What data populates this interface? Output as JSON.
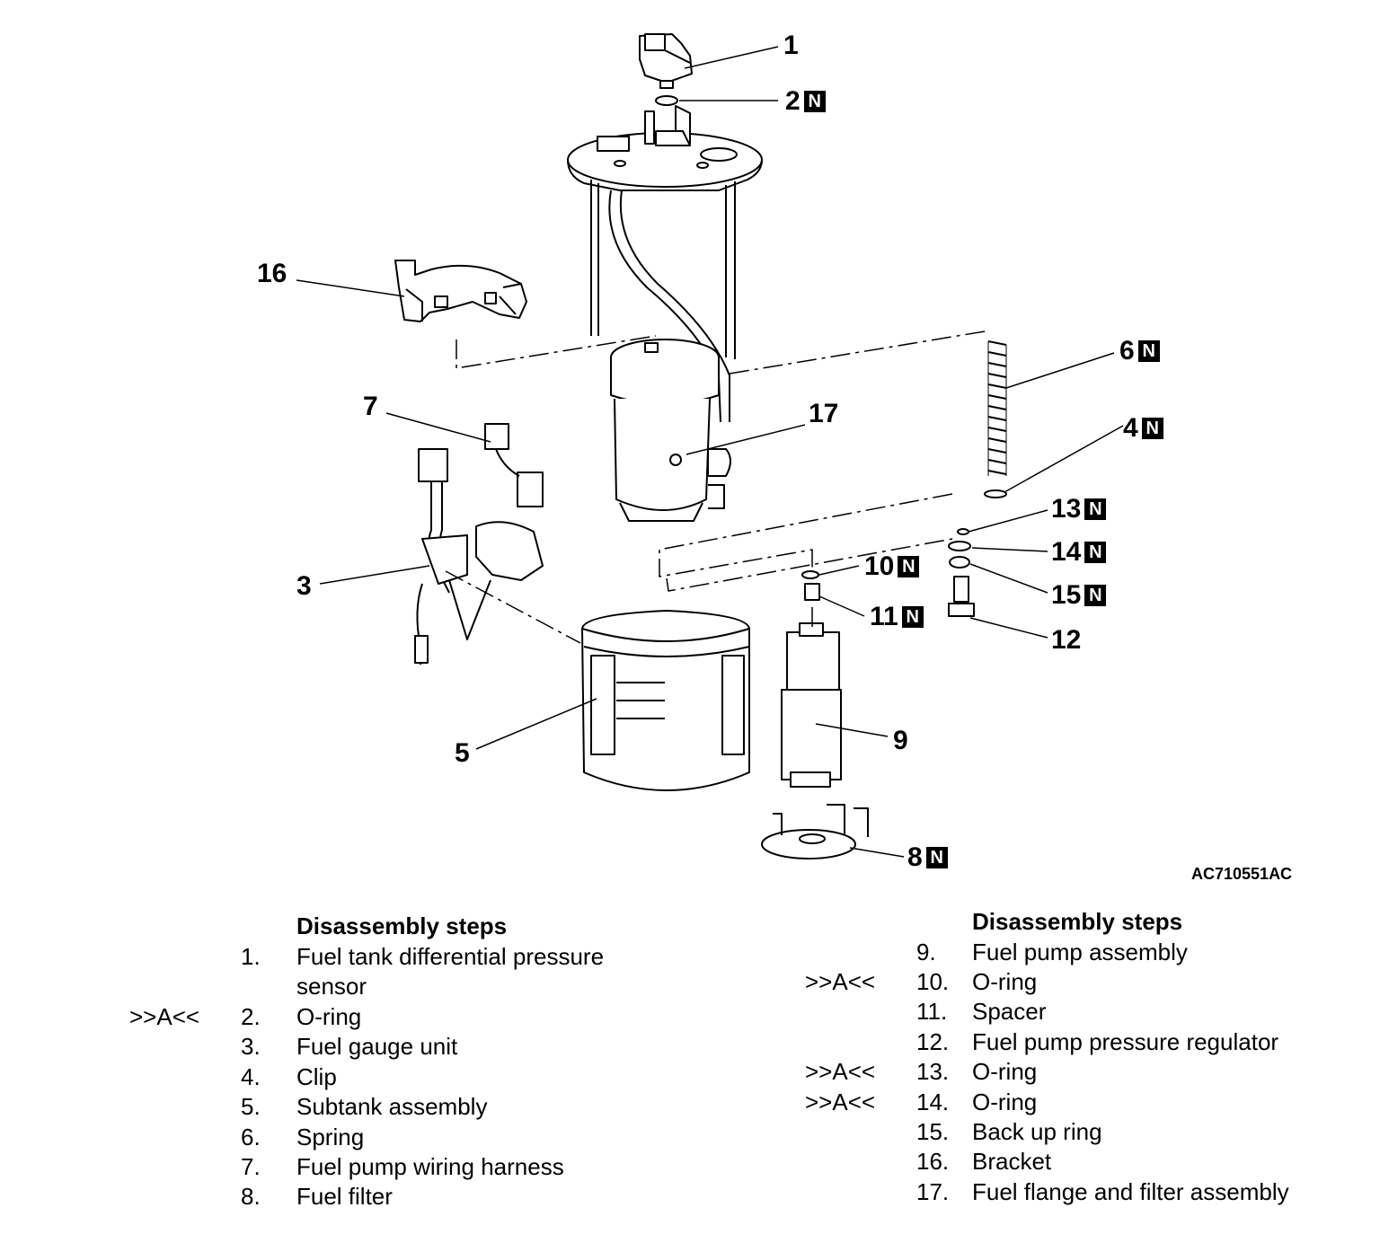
{
  "reference_code": "AC710551AC",
  "callouts": [
    {
      "number": "1",
      "badge": ""
    },
    {
      "number": "2",
      "badge": "N"
    },
    {
      "number": "16",
      "badge": ""
    },
    {
      "number": "6",
      "badge": "N"
    },
    {
      "number": "7",
      "badge": ""
    },
    {
      "number": "17",
      "badge": ""
    },
    {
      "number": "4",
      "badge": "N"
    },
    {
      "number": "13",
      "badge": "N"
    },
    {
      "number": "14",
      "badge": "N"
    },
    {
      "number": "10",
      "badge": "N"
    },
    {
      "number": "15",
      "badge": "N"
    },
    {
      "number": "3",
      "badge": ""
    },
    {
      "number": "11",
      "badge": "N"
    },
    {
      "number": "12",
      "badge": ""
    },
    {
      "number": "9",
      "badge": ""
    },
    {
      "number": "5",
      "badge": ""
    },
    {
      "number": "8",
      "badge": "N"
    }
  ],
  "steps_left": {
    "title": "Disassembly steps",
    "items": [
      {
        "mark": "",
        "num": "1.",
        "text": "Fuel tank differential pressure"
      },
      {
        "mark": "",
        "num": "",
        "text": "sensor"
      },
      {
        "mark": ">>A<<",
        "num": "2.",
        "text": "O-ring"
      },
      {
        "mark": "",
        "num": "3.",
        "text": "Fuel gauge unit"
      },
      {
        "mark": "",
        "num": "4.",
        "text": "Clip"
      },
      {
        "mark": "",
        "num": "5.",
        "text": "Subtank assembly"
      },
      {
        "mark": "",
        "num": "6.",
        "text": "Spring"
      },
      {
        "mark": "",
        "num": "7.",
        "text": "Fuel pump wiring harness"
      },
      {
        "mark": "",
        "num": "8.",
        "text": "Fuel filter"
      }
    ]
  },
  "steps_right": {
    "title": "Disassembly steps",
    "items": [
      {
        "mark": "",
        "num": "9.",
        "text": "Fuel pump assembly"
      },
      {
        "mark": ">>A<<",
        "num": "10.",
        "text": "O-ring"
      },
      {
        "mark": "",
        "num": "11.",
        "text": "Spacer"
      },
      {
        "mark": "",
        "num": "12.",
        "text": "Fuel pump pressure regulator"
      },
      {
        "mark": ">>A<<",
        "num": "13.",
        "text": "O-ring"
      },
      {
        "mark": ">>A<<",
        "num": "14.",
        "text": "O-ring"
      },
      {
        "mark": "",
        "num": "15.",
        "text": "Back up ring"
      },
      {
        "mark": "",
        "num": "16.",
        "text": "Bracket"
      },
      {
        "mark": "",
        "num": "17.",
        "text": "Fuel flange and filter assembly"
      }
    ]
  }
}
